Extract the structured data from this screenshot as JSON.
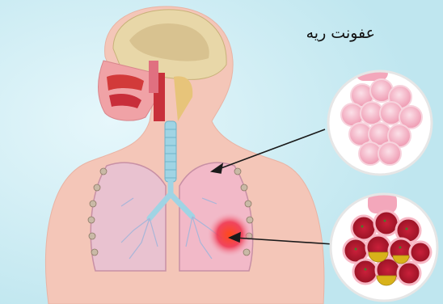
{
  "title": "عفونت ریه",
  "colors": {
    "background": "#c9ecf3",
    "skin": "#f4c6b8",
    "lung": "#f2b9c8",
    "trachea": "#9fd4e4",
    "infection": "#ff2a1a",
    "arrow": "#1a1a1a",
    "alveoli_healthy": "#f3a7bb",
    "alveoli_infected": "#e8354a",
    "fluid": "#d8b21a"
  },
  "icons": [
    "head-cross-section-illustration",
    "respiratory-system-illustration",
    "healthy-alveoli-magnifier",
    "infected-alveoli-magnifier"
  ]
}
